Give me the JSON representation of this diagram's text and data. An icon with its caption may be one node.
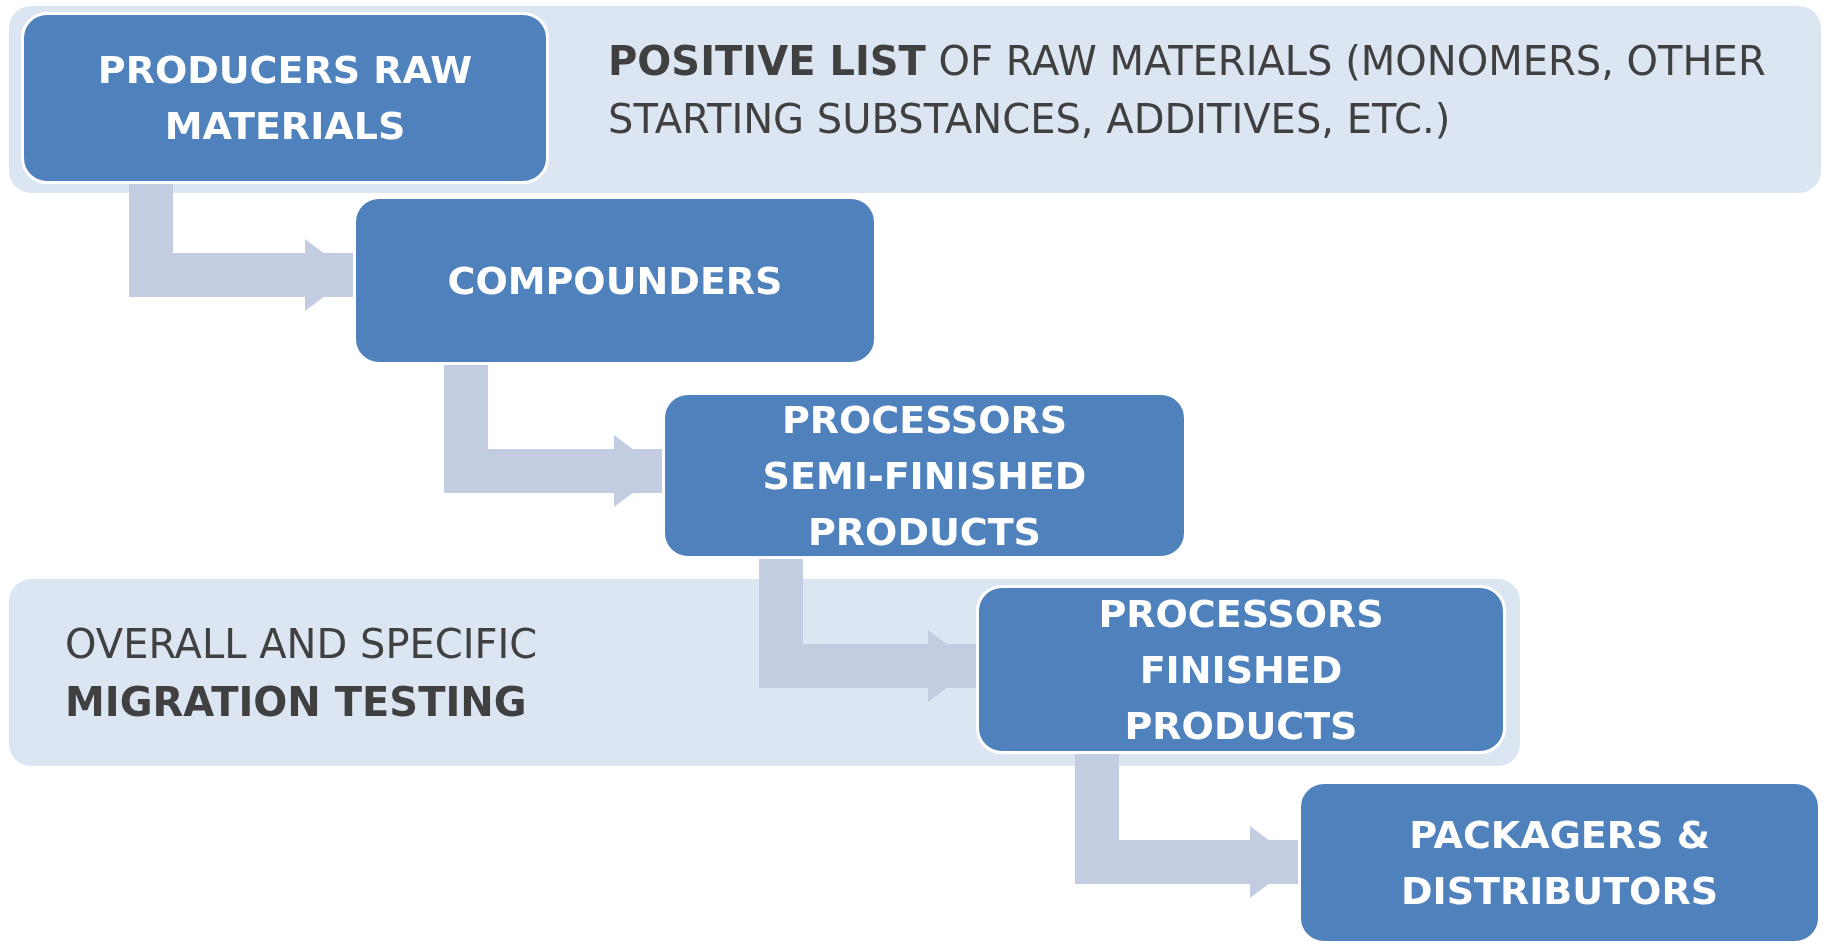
{
  "diagram": {
    "nodes": [
      {
        "text": [
          "**POSITIVE LIST** OF RAW MATERIALS (MONOMERS, OTHER STARTING SUBSTANCES, ADDITIVES, ETC.)"
        ]
      },
      {
        "text": [
          "PRODUCERS RAW MATERIALS"
        ],
        "in": 0
      },
      {
        "text": [
          "COMPOUNDERS"
        ]
      },
      {
        "text": [
          "PROCESSORS SEMI-FINISHED PRODUCTS"
        ]
      },
      {
        "text": [
          "OVERALL AND SPECIFIC **MIGRATION TESTING**"
        ]
      },
      {
        "text": [
          "PROCESSORS FINISHED PRODUCTS"
        ],
        "in": 4
      },
      {
        "text": [
          "PACKAGERS & DISTRIBUTORS"
        ]
      }
    ],
    "edges": [
      {
        "from": 1,
        "to": 2,
        "arrow": "to"
      },
      {
        "from": 2,
        "to": 3,
        "arrow": "to"
      },
      {
        "from": 3,
        "to": 5,
        "arrow": "to"
      },
      {
        "from": 5,
        "to": 6,
        "arrow": "to"
      }
    ]
  }
}
